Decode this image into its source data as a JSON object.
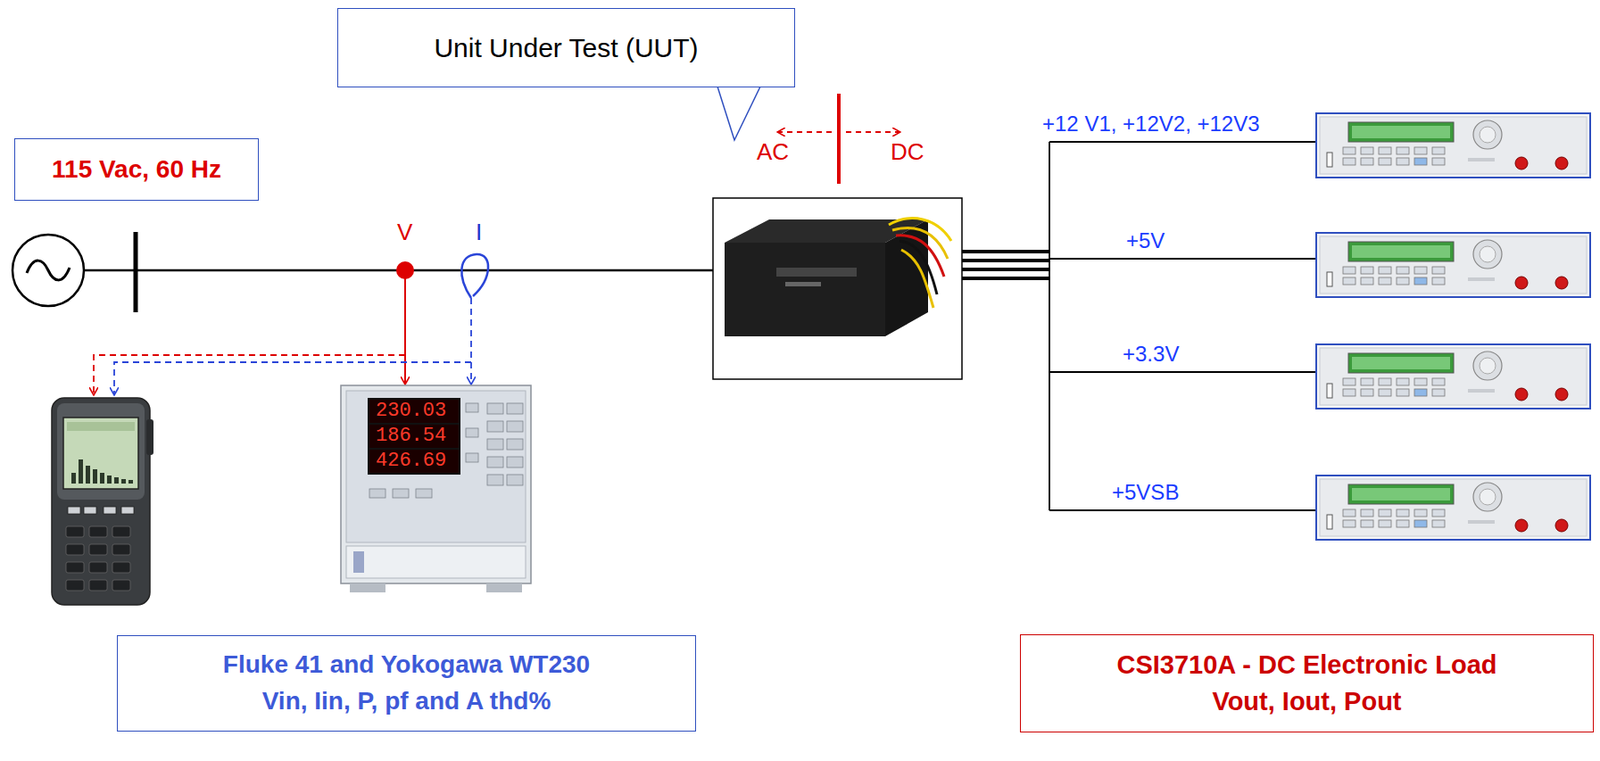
{
  "diagram": {
    "nodes": [
      {
        "text": [
          "Unit Under Test (UUT)"
        ]
      },
      {
        "text": [
          "115 Vac, 60 Hz"
        ]
      },
      {
        "text": [
          "Fluke 41 and Yokogawa WT230",
          "Vin, Iin, P, pf and A thd%"
        ]
      },
      {
        "text": [
          "CSI3710A - DC Electronic Load",
          "Vout, Iout, Pout"
        ]
      }
    ],
    "labels": [
      "AC",
      "DC",
      "V",
      "I",
      "230.03",
      "186.54",
      "426.69",
      "+12 V1, +12V2, +12V3",
      "+5V",
      "+3.3V",
      "+5VSB"
    ]
  }
}
